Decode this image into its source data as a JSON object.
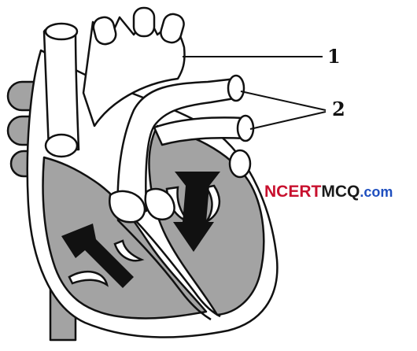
{
  "labels": {
    "one": "1",
    "two": "2"
  },
  "watermark": {
    "ncert": "NCERT",
    "mcq": "MCQ",
    "dotcom": ".com"
  },
  "colors": {
    "chamber_fill": "#a3a3a3",
    "outline": "#111111",
    "vessel_fill": "#ffffff",
    "wall_fill": "#ffffff",
    "watermark_ncert": "#c8102e",
    "watermark_mcq": "#1a1a1a",
    "watermark_dotcom": "#1f4fbf"
  }
}
